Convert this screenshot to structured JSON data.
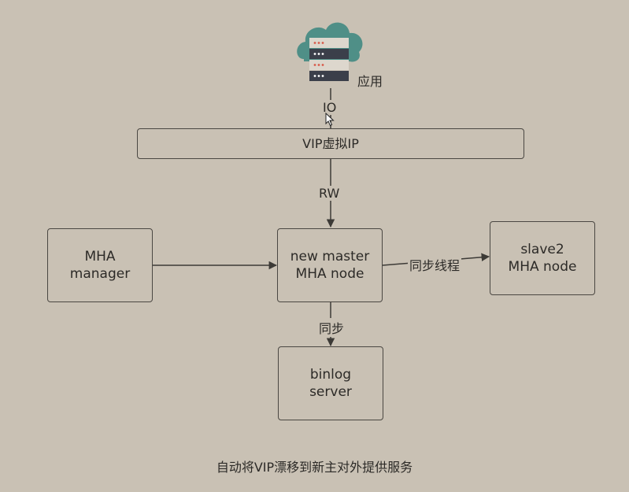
{
  "diagram": {
    "app_label": "应用",
    "io_label": "IO",
    "vip_label": "VIP虚拟IP",
    "rw_label": "RW",
    "manager": {
      "line1": "MHA",
      "line2": "manager"
    },
    "master": {
      "line1": "new master",
      "line2": "MHA node"
    },
    "slave": {
      "line1": "slave2",
      "line2": "MHA node"
    },
    "binlog": {
      "line1": "binlog",
      "line2": "server"
    },
    "sync_thread_label": "同步线程",
    "sync_label": "同步",
    "caption": "自动将VIP漂移到新主对外提供服务"
  },
  "colors": {
    "background": "#c9c1b4",
    "stroke": "#4a4742",
    "cloud": "#4f8f87",
    "server_dark": "#3b3f4a",
    "server_light": "#ddd7cd",
    "server_dot": "#d85a4a"
  },
  "icons": {
    "app": "cloud-server-icon",
    "cursor": "mouse-cursor-icon"
  }
}
